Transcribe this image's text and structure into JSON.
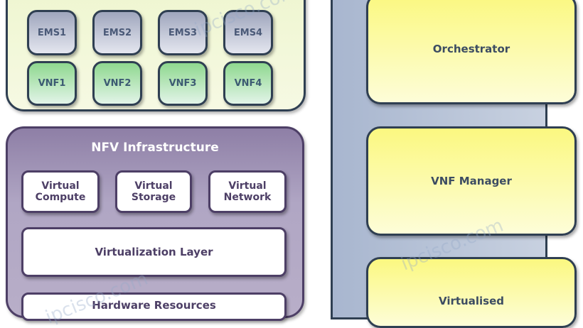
{
  "vnf_layer": {
    "ems": [
      "EMS1",
      "EMS2",
      "EMS3",
      "EMS4"
    ],
    "vnfs": [
      "VNF1",
      "VNF2",
      "VNF3",
      "VNF4"
    ]
  },
  "nfvi": {
    "title": "NFV Infrastructure",
    "virtual": [
      {
        "line1": "Virtual",
        "line2": "Compute"
      },
      {
        "line1": "Virtual",
        "line2": "Storage"
      },
      {
        "line1": "Virtual",
        "line2": "Network"
      }
    ],
    "virtualization_layer": "Virtualization Layer",
    "hardware_resources": "Hardware Resources"
  },
  "mano": {
    "orchestrator": "Orchestrator",
    "vnf_manager": "VNF Manager",
    "vim": "Virtualised"
  },
  "watermark": "ipcisco.com",
  "colors": {
    "vnf_green": "#8fd88f",
    "ems_gray": "#9fa6bd",
    "nfvi_purple": "#8e7fa6",
    "mano_yellow": "#fbf880",
    "mano_blue": "#a8b6cf"
  }
}
